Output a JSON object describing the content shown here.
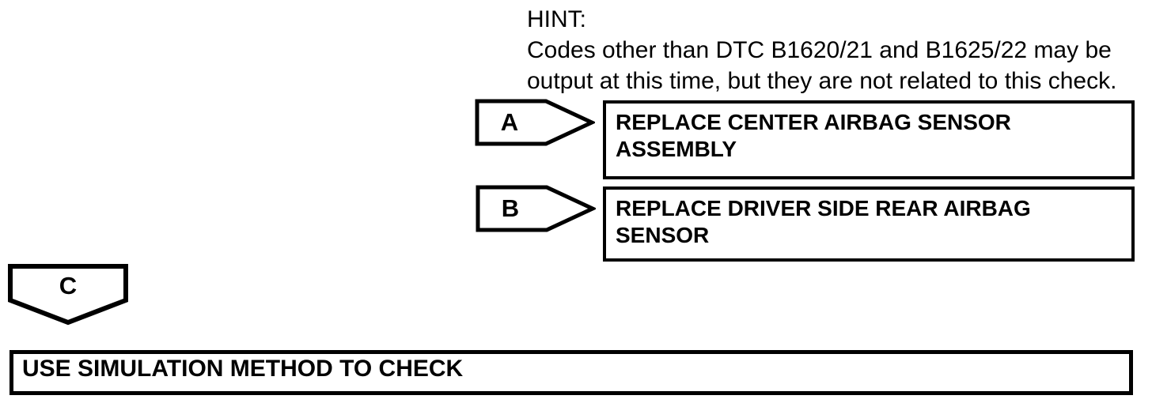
{
  "page": {
    "background": "#ffffff",
    "line_color": "#000000"
  },
  "hint": {
    "label": "HINT:",
    "lines": [
      "Codes other than DTC B1620/21 and B1625/22 may be",
      "output at this time, but they are not related to this check."
    ]
  },
  "branches": {
    "a": {
      "label": "A",
      "action": "REPLACE CENTER AIRBAG SENSOR ASSEMBLY"
    },
    "b": {
      "label": "B",
      "action": "REPLACE DRIVER SIDE REAR AIRBAG SENSOR"
    },
    "c": {
      "label": "C",
      "action": "USE SIMULATION METHOD TO CHECK"
    }
  }
}
